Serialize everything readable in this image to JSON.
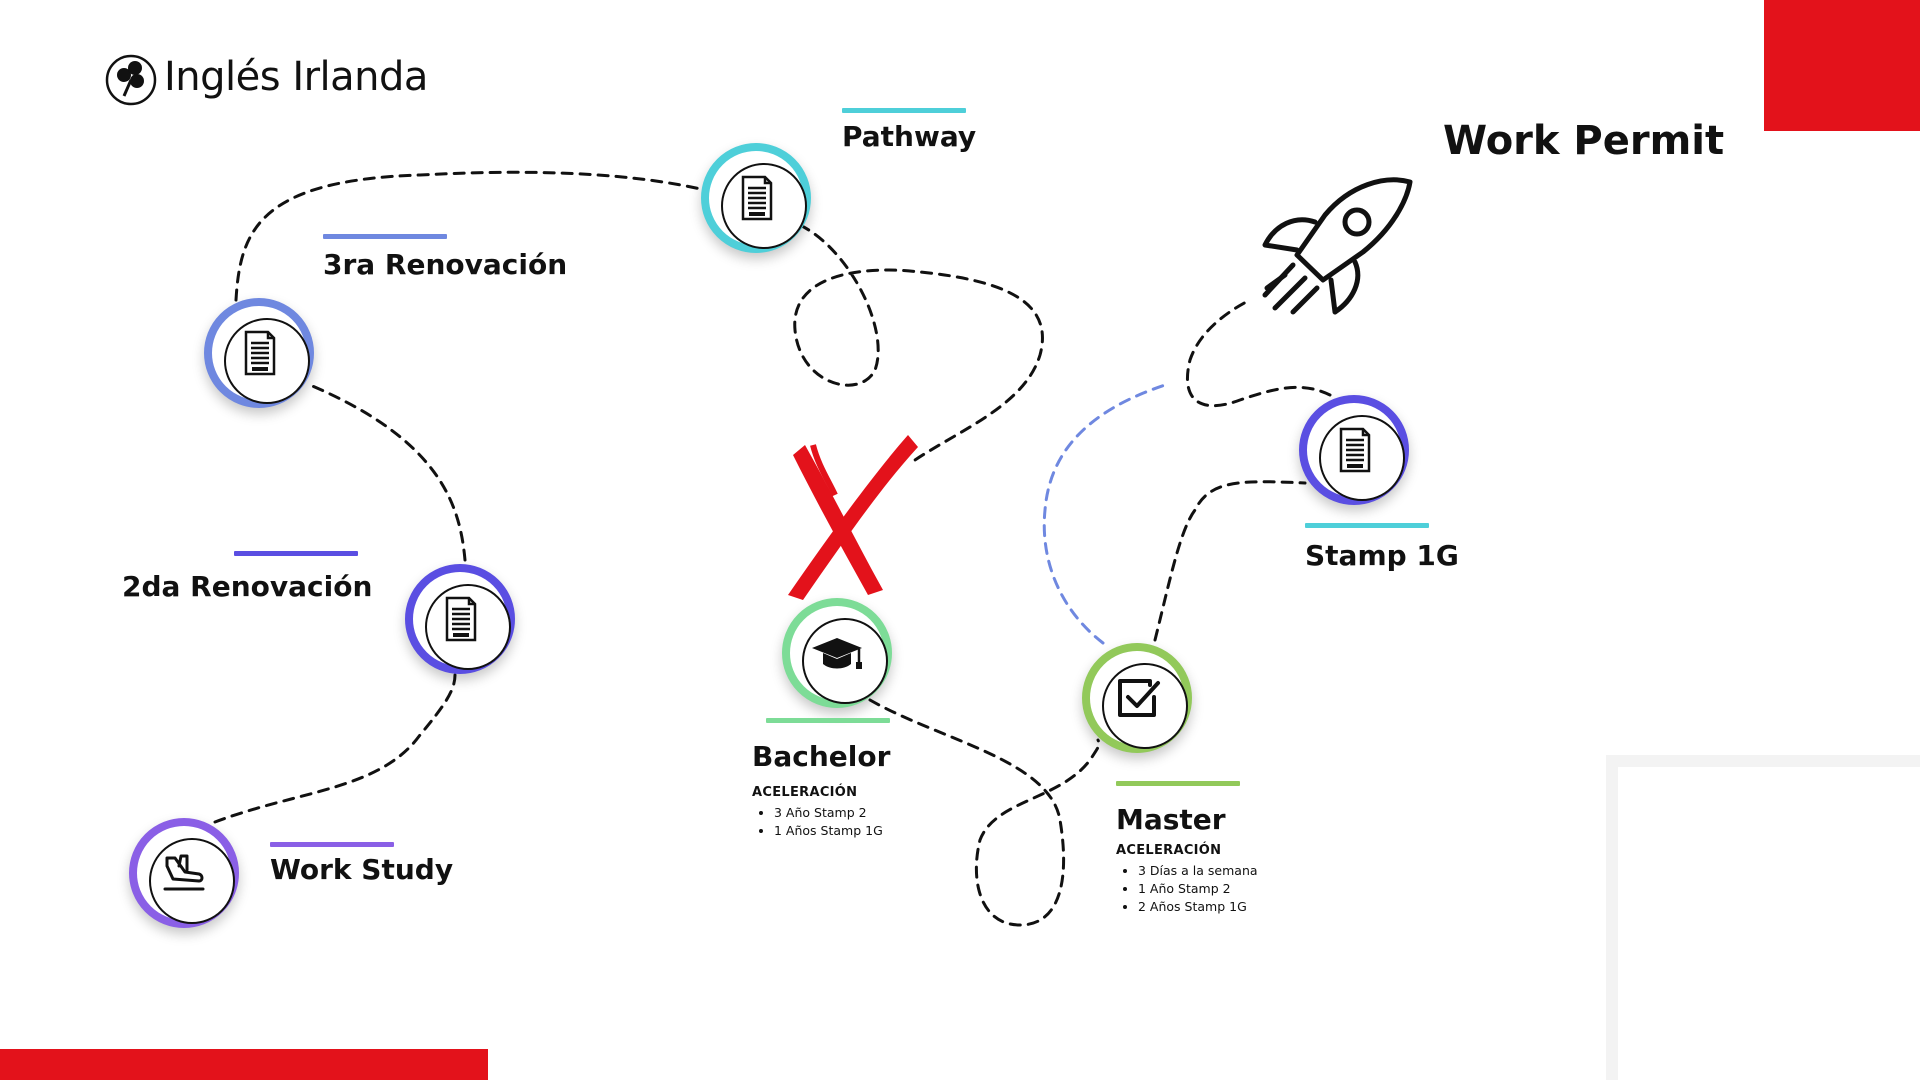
{
  "brand": {
    "name": "Inglés Irlanda",
    "logo_icon": "shamrock-icon"
  },
  "colors": {
    "red": "#e3121b",
    "cyan": "#4ecfd9",
    "periwinkle": "#6f88e0",
    "indigo": "#5a4ee2",
    "violet": "#8a5fe6",
    "green": "#7ddc97",
    "lime": "#92c95a"
  },
  "title": "Work Permit",
  "nodes": {
    "pathway": {
      "label": "Pathway",
      "icon": "document-icon"
    },
    "renov3": {
      "label": "3ra Renovación",
      "icon": "document-icon"
    },
    "renov2": {
      "label": "2da Renovación",
      "icon": "document-icon"
    },
    "workstudy": {
      "label": "Work Study",
      "icon": "airplane-landing-icon"
    },
    "bachelor": {
      "label": "Bachelor",
      "icon": "graduation-cap-icon",
      "acceleration_title": "ACELERACIÓN",
      "acceleration": [
        "3 Año Stamp 2",
        "1 Años Stamp 1G"
      ]
    },
    "master": {
      "label": "Master",
      "icon": "checkbox-icon",
      "acceleration_title": "ACELERACIÓN",
      "acceleration": [
        "3 Días a la semana",
        "1 Año Stamp 2",
        "2 Años Stamp 1G"
      ]
    },
    "stamp1g": {
      "label": "Stamp 1G",
      "icon": "document-icon"
    }
  },
  "decorations": {
    "rocket": "rocket-icon",
    "cross": "red-x-icon"
  }
}
